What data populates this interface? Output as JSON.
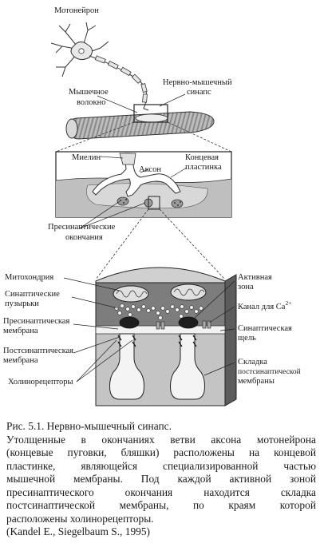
{
  "labels": {
    "motoneuron": "Мотонейрон",
    "muscle_fiber_1": "Мышечное",
    "muscle_fiber_2": "волокно",
    "nmj_1": "Нервно-мышечный",
    "nmj_2": "синапс",
    "myelin": "Миелин",
    "axon": "Аксон",
    "end_plate_1": "Концевая",
    "end_plate_2": "пластинка",
    "presyn_endings_1": "Пресинаптические",
    "presyn_endings_2": "окончания",
    "mitochondria": "Митохондрия",
    "vesicles_1": "Синаптические",
    "vesicles_2": "пузырьки",
    "presyn_membrane_1": "Пресинаптическая",
    "presyn_membrane_2": "мембрана",
    "postsyn_membrane_1": "Постсинаптическая",
    "postsyn_membrane_2": "мембрана",
    "cholinoreceptors": "Холинорецепторы",
    "active_zone_1": "Активная",
    "active_zone_2": "зона",
    "ca_channel": "Канал для Ca",
    "ca_sup": "2+",
    "cleft_1": "Синаптическая",
    "cleft_2": "щель",
    "fold_1": "Складка",
    "fold_2": "постсинаптической",
    "fold_3": "мембраны"
  },
  "caption": {
    "title": "Рис. 5.1.  Нервно-мышечный синапс.",
    "lines": [
      "Утолщенные в окончаниях ветви аксона мотонейрона",
      "(концевые пуговки, бляшки) расположены на концевой",
      "пластинке, являющейся специализированной частью",
      "мышечной мембраны. Под каждой активной зоной",
      "пресинаптического окончания находится складка",
      "постсинаптической мембраны, по краям которой",
      "расположены холинорецепторы."
    ],
    "citation": "(Kandel E., Siegelbaum S., 1995)"
  }
}
